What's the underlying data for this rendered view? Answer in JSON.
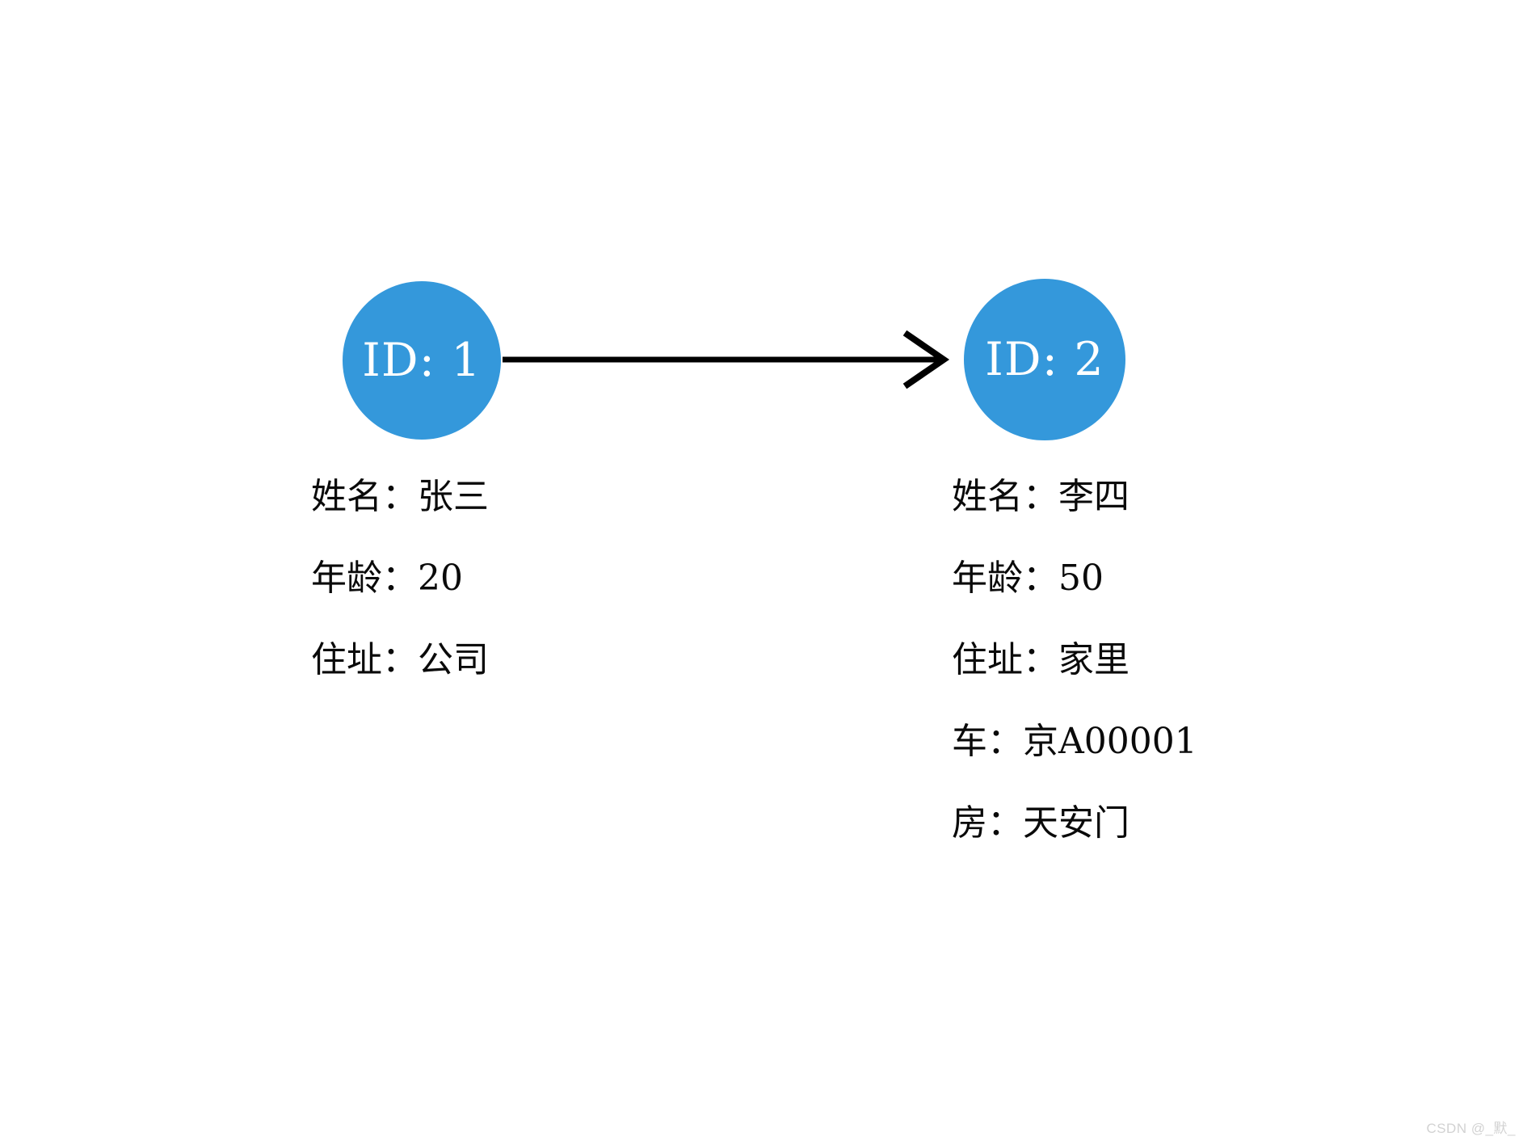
{
  "diagram": {
    "title": "graph-node-property-diagram",
    "background_color": "#ffffff",
    "node_fill_color": "#3498db",
    "node_text_color": "#ffffff",
    "edge_color": "#000000",
    "text_color": "#0a0a0a"
  },
  "nodes": [
    {
      "id": "node-1",
      "label": "ID: 1",
      "properties": [
        {
          "key": "姓名",
          "sep": "：",
          "value": "张三"
        },
        {
          "key": "年龄",
          "sep": "：",
          "value": "20"
        },
        {
          "key": "住址",
          "sep": "：",
          "value": "公司"
        }
      ]
    },
    {
      "id": "node-2",
      "label": "ID: 2",
      "properties": [
        {
          "key": "姓名",
          "sep": "：",
          "value": "李四"
        },
        {
          "key": "年龄",
          "sep": "：",
          "value": "50"
        },
        {
          "key": "住址",
          "sep": "：",
          "value": "家里"
        },
        {
          "key": "车",
          "sep": "：",
          "value": "京A00001"
        },
        {
          "key": "房",
          "sep": "：",
          "value": "天安门"
        }
      ]
    }
  ],
  "edges": [
    {
      "id": "edge-1-to-2",
      "from": "node-1",
      "to": "node-2",
      "label": "",
      "arrow": "open-v",
      "direction": "left-to-right"
    }
  ],
  "watermark": {
    "text": "CSDN @_默_"
  }
}
